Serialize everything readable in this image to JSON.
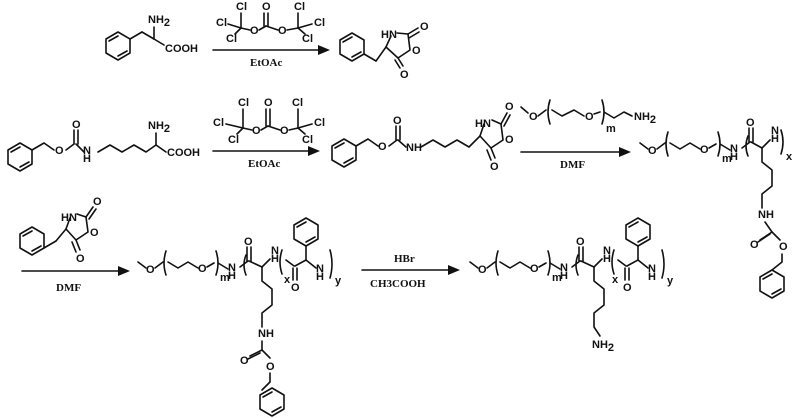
{
  "atoms": {
    "nh2": "NH",
    "two": "2",
    "cooh": "COOH",
    "hn": "HN",
    "nh": "NH",
    "n": "N",
    "h": "H",
    "o": "O",
    "cl": "Cl",
    "m": "m",
    "x": "x",
    "y": "y"
  },
  "conditions": {
    "step1_solvent": "EtOAc",
    "step2_solvent": "EtOAc",
    "step3_solvent": "DMF",
    "step4_solvent": "DMF",
    "step5_reagent": "HBr",
    "step5_solvent": "CH3COOH"
  }
}
